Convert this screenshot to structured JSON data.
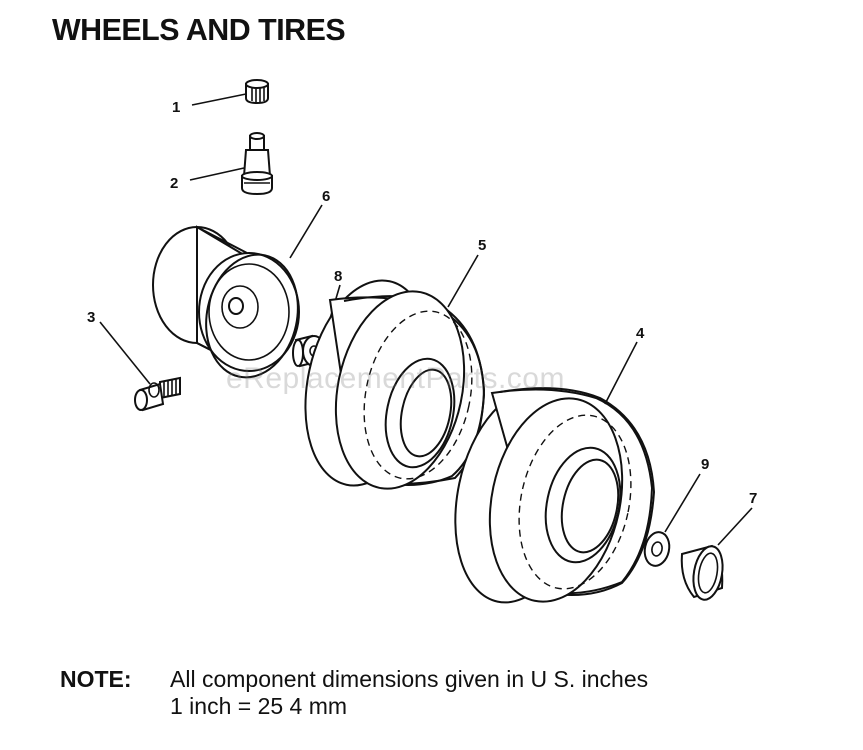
{
  "title": "WHEELS AND TIRES",
  "watermark": "eReplacementParts.com",
  "callouts": [
    "1",
    "2",
    "3",
    "4",
    "5",
    "6",
    "7",
    "8",
    "9"
  ],
  "note": {
    "label": "NOTE:",
    "line1": "All component dimensions given in U S. inches",
    "line2": "1 inch = 25 4 mm"
  }
}
